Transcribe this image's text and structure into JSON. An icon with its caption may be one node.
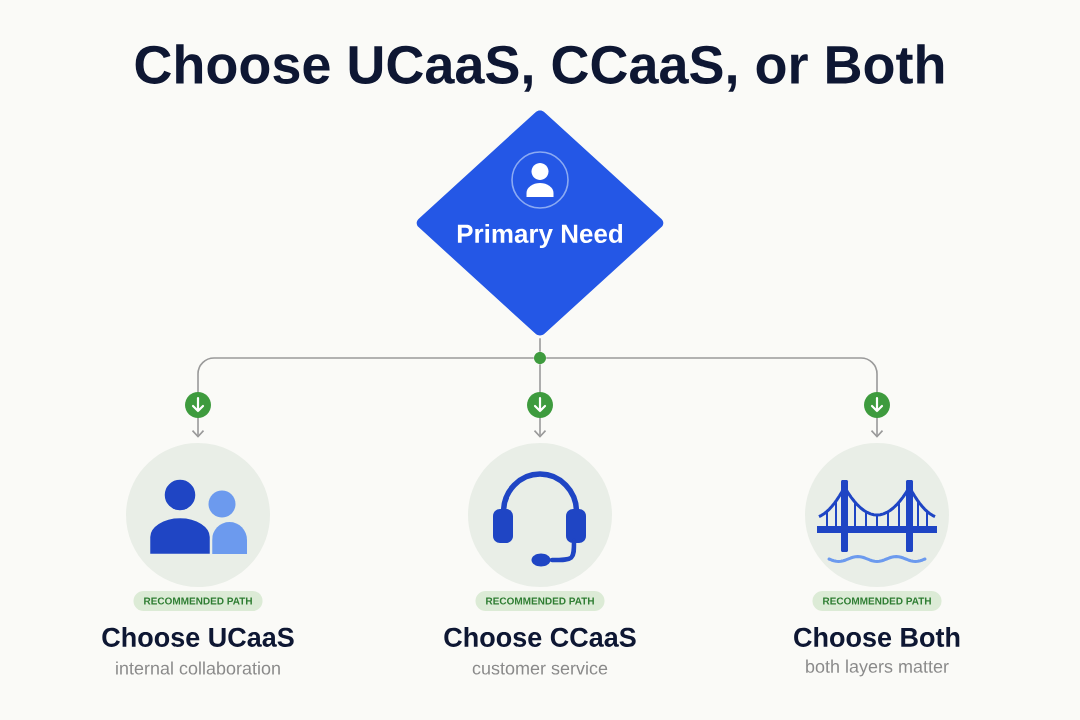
{
  "diagram": {
    "title": "Choose UCaaS, CCaaS, or Both",
    "nodes": [
      {
        "text": [
          "Primary Need"
        ]
      },
      {
        "text": [],
        "shape": "circle"
      },
      {
        "text": [
          "RECOMMENDED PATH",
          "Choose UCaaS",
          "internal collaboration"
        ]
      },
      {
        "text": [
          "RECOMMENDED PATH",
          "Choose CCaaS",
          "customer service"
        ]
      },
      {
        "text": [
          "RECOMMENDED PATH",
          "Choose Both",
          "both layers matter"
        ]
      }
    ],
    "edges": [
      {
        "from": 0,
        "to": 1,
        "arrow": "none"
      },
      {
        "from": 1,
        "to": 2,
        "arrow": "to"
      },
      {
        "from": 1,
        "to": 3,
        "arrow": "to"
      },
      {
        "from": 1,
        "to": 4,
        "arrow": "to"
      }
    ]
  }
}
